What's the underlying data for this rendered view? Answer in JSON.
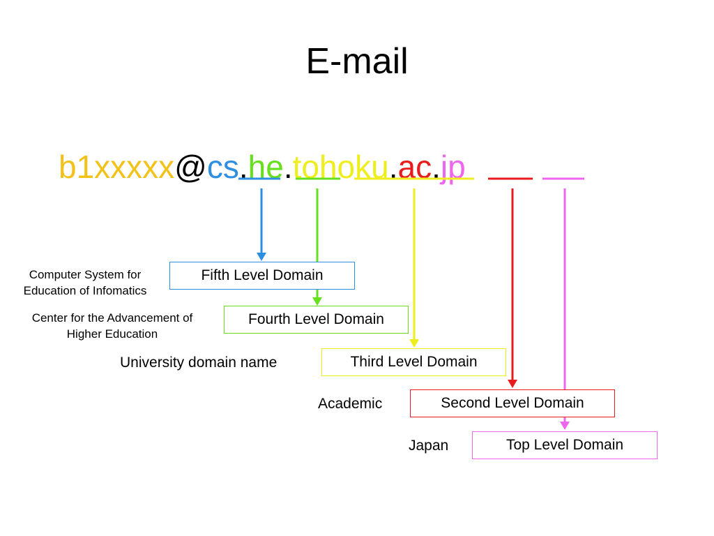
{
  "title": "E-mail",
  "email": {
    "user": "b1xxxxx",
    "at": "@",
    "segments": [
      {
        "key": "cs",
        "text": "cs",
        "color": "#2e8fe0"
      },
      {
        "key": "he",
        "text": "he",
        "color": "#66e01e"
      },
      {
        "key": "tohoku",
        "text": "tohoku",
        "color": "#eeee1e"
      },
      {
        "key": "ac",
        "text": "ac",
        "color": "#e81c1c"
      },
      {
        "key": "jp",
        "text": "jp",
        "color": "#ee66ee"
      }
    ],
    "dot": ".",
    "user_color": "#f2c21b"
  },
  "levels": {
    "fifth": {
      "label": "Fifth Level Domain",
      "desc_line1": "Computer System for",
      "desc_line2": "Education of Infomatics",
      "color": "#2e8fe0"
    },
    "fourth": {
      "label": "Fourth Level Domain",
      "desc_line1": "Center for the Advancement of",
      "desc_line2": "Higher Education",
      "color": "#66e01e"
    },
    "third": {
      "label": "Third Level Domain",
      "desc": "University domain name",
      "color": "#eeee1e"
    },
    "second": {
      "label": "Second Level Domain",
      "desc": "Academic",
      "color": "#e81c1c"
    },
    "top": {
      "label": "Top Level Domain",
      "desc": "Japan",
      "color": "#ee66ee"
    }
  }
}
